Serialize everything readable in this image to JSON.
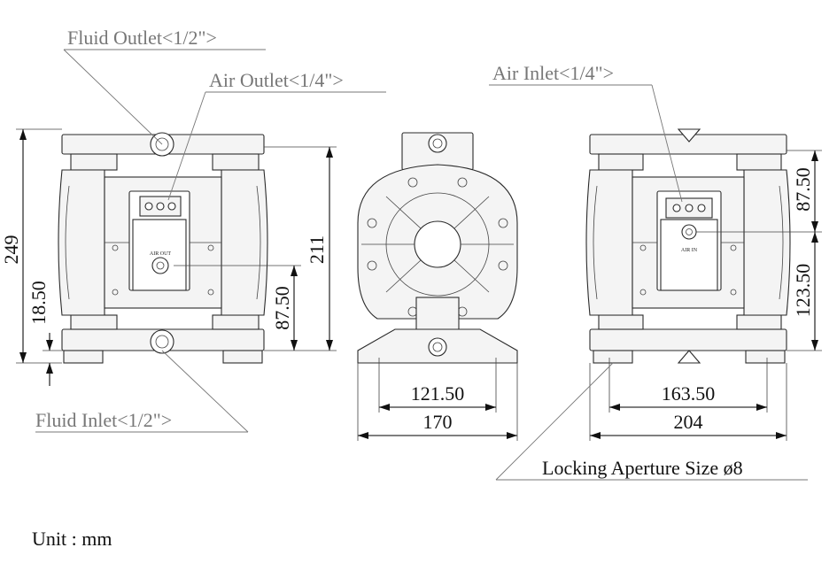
{
  "callouts": {
    "fluid_outlet": "Fluid Outlet<1/2\">",
    "air_outlet": "Air Outlet<1/4\">",
    "air_inlet": "Air Inlet<1/4\">",
    "fluid_inlet": "Fluid Inlet<1/2\">",
    "locking_aperture": "Locking Aperture Size ø8"
  },
  "plate_labels": {
    "air_out": "AIR OUT",
    "air_in": "AIR IN"
  },
  "dimensions": {
    "height_total": "249",
    "bottom_offset": "18.50",
    "height_body": "211",
    "air_outlet_height": "87.50",
    "front_inner_width": "121.50",
    "front_outer_width": "170",
    "side_inner_width": "163.50",
    "side_outer_width": "204",
    "air_inlet_upper": "87.50",
    "air_inlet_lower": "123.50"
  },
  "unit": "Unit : mm"
}
